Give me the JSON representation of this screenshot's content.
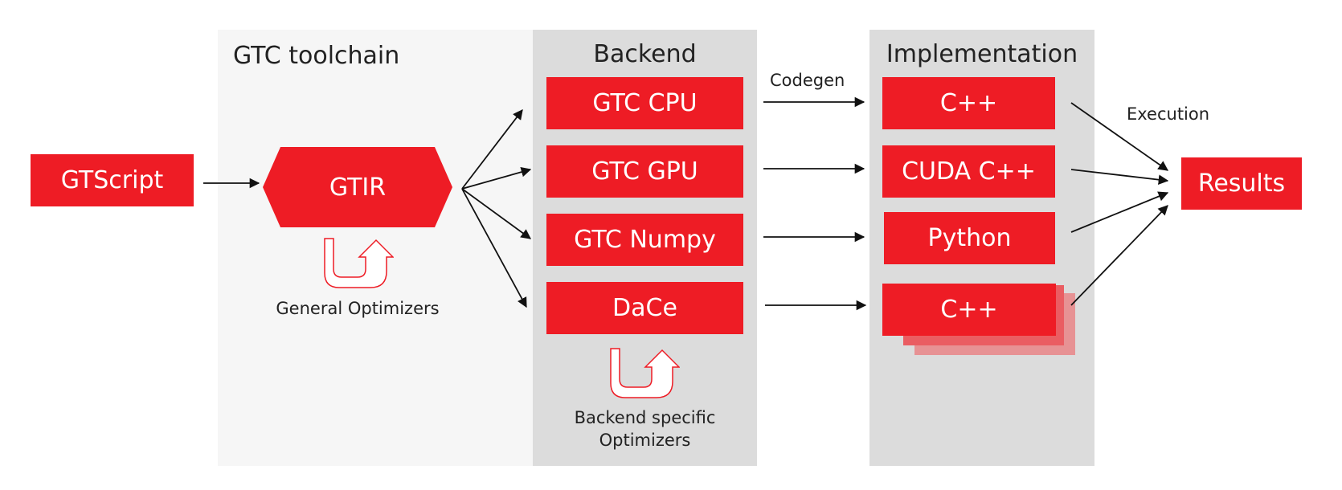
{
  "panels": {
    "toolchain_title": "GTC toolchain",
    "backend_title": "Backend",
    "implementation_title": "Implementation"
  },
  "source": {
    "label": "GTScript"
  },
  "ir": {
    "label": "GTIR",
    "optimizers_label": "General Optimizers"
  },
  "backends": [
    {
      "label": "GTC CPU"
    },
    {
      "label": "GTC GPU"
    },
    {
      "label": "GTC Numpy"
    },
    {
      "label": "DaCe"
    }
  ],
  "backend_optimizers_label": [
    "Backend specific",
    "Optimizers"
  ],
  "codegen_label": "Codegen",
  "implementations": [
    {
      "label": "C++"
    },
    {
      "label": "CUDA C++"
    },
    {
      "label": "Python"
    },
    {
      "label": "C++"
    }
  ],
  "execution_label": "Execution",
  "results": {
    "label": "Results"
  },
  "colors": {
    "accent": "#ee1c25",
    "panel_light": "#f6f6f6",
    "panel_dark": "#dcdcdc",
    "stack_shadow": "#e88a8c"
  }
}
